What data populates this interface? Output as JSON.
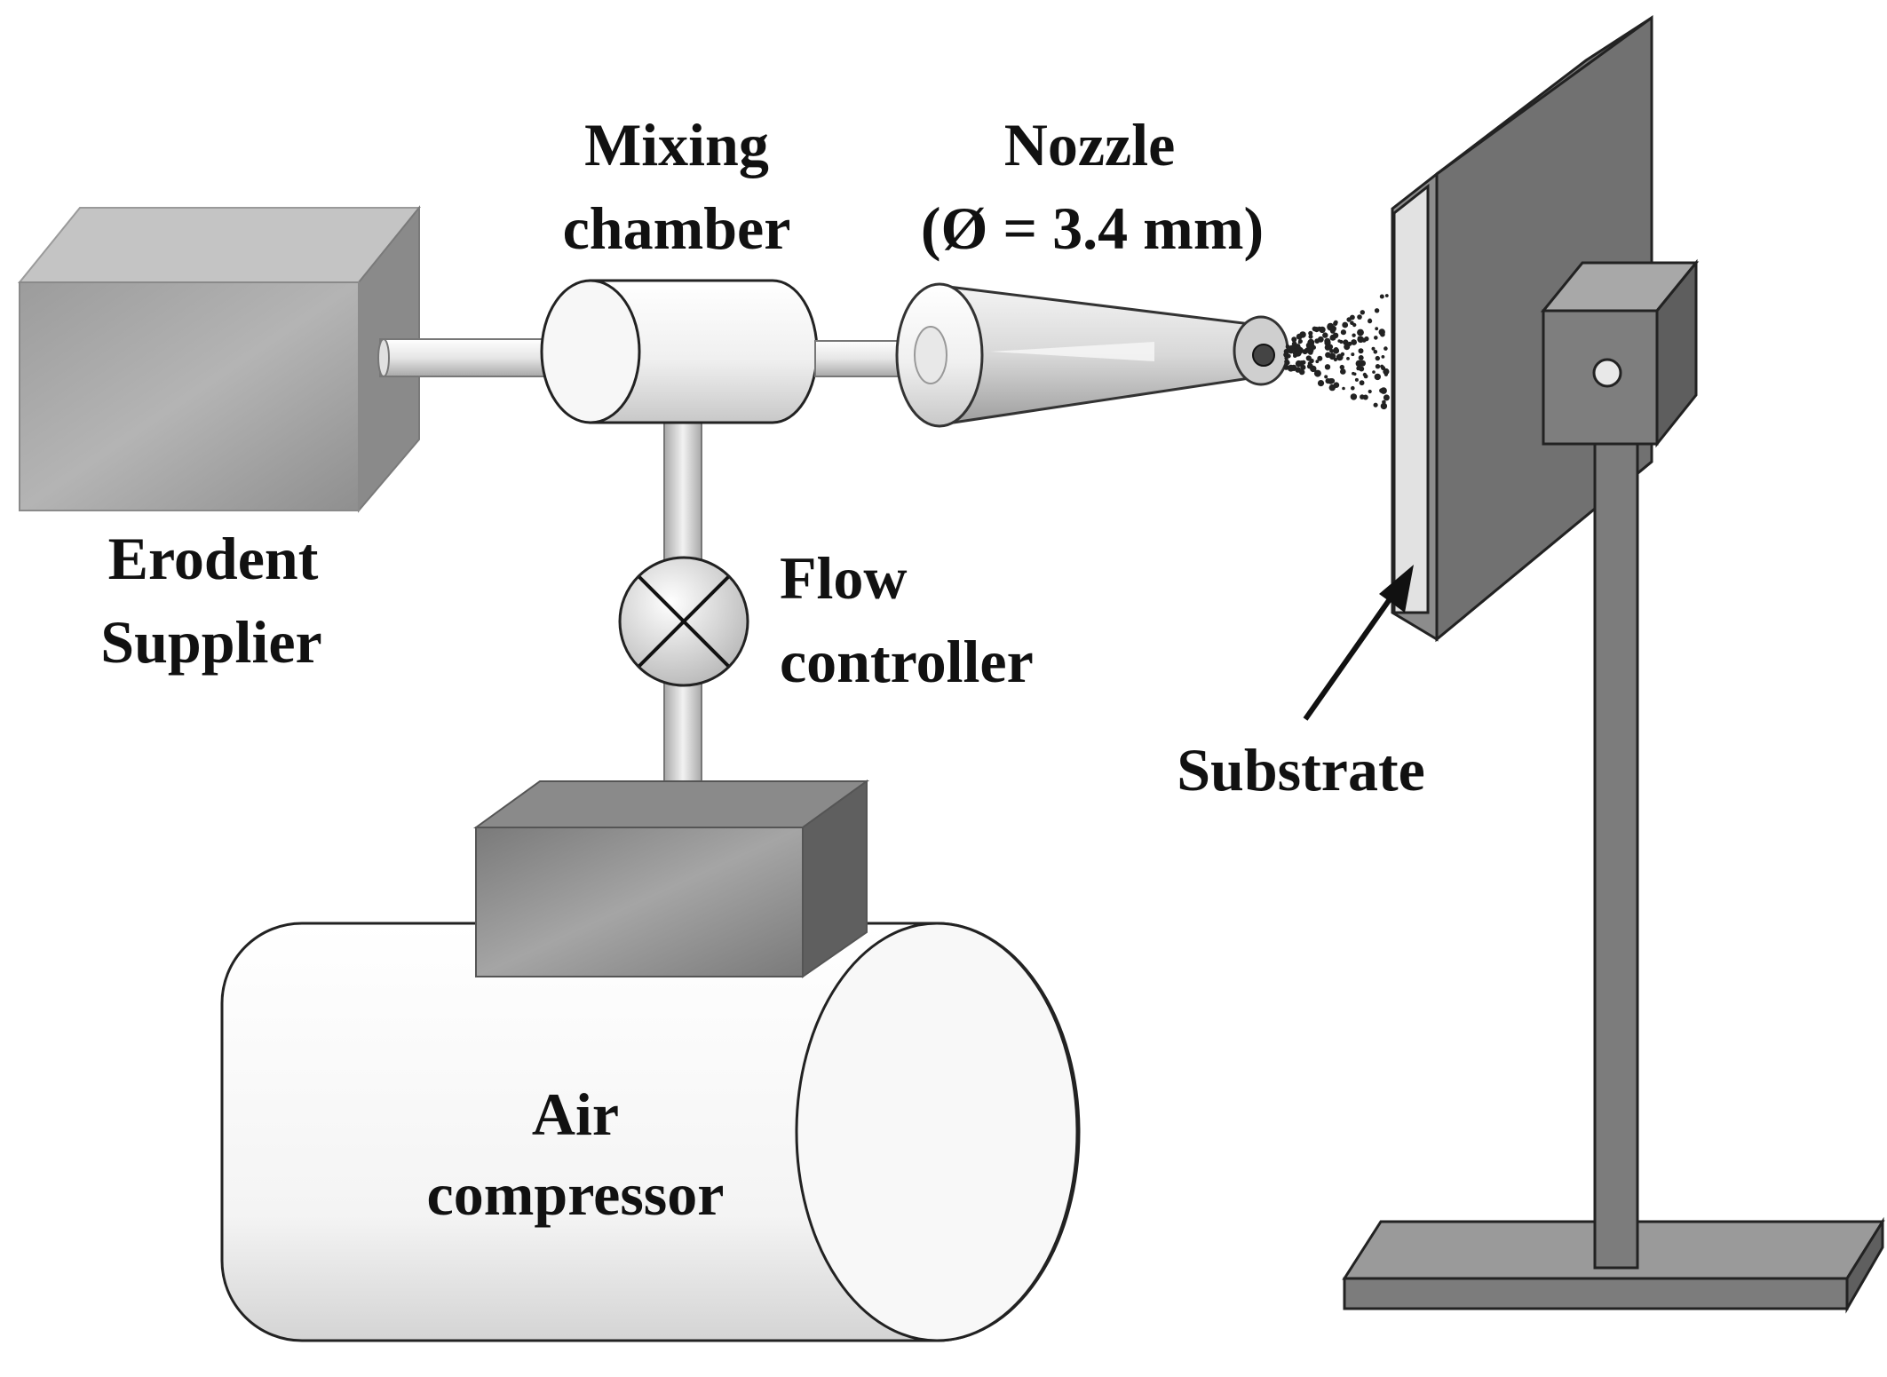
{
  "labels": {
    "mixing_chamber": [
      "Mixing",
      "chamber"
    ],
    "nozzle": [
      "Nozzle",
      "(Ø = 3.4 mm)"
    ],
    "erodent_supplier": [
      "Erodent",
      "Supplier"
    ],
    "flow_controller": [
      "Flow",
      "controller"
    ],
    "substrate": "Substrate",
    "air_compressor": [
      "Air",
      "compressor"
    ]
  },
  "colors": {
    "ink": "#111111",
    "dark_gray": "#6e6e6e",
    "mid_gray": "#9a9a9a",
    "light_fill": "#f2f2f2"
  }
}
